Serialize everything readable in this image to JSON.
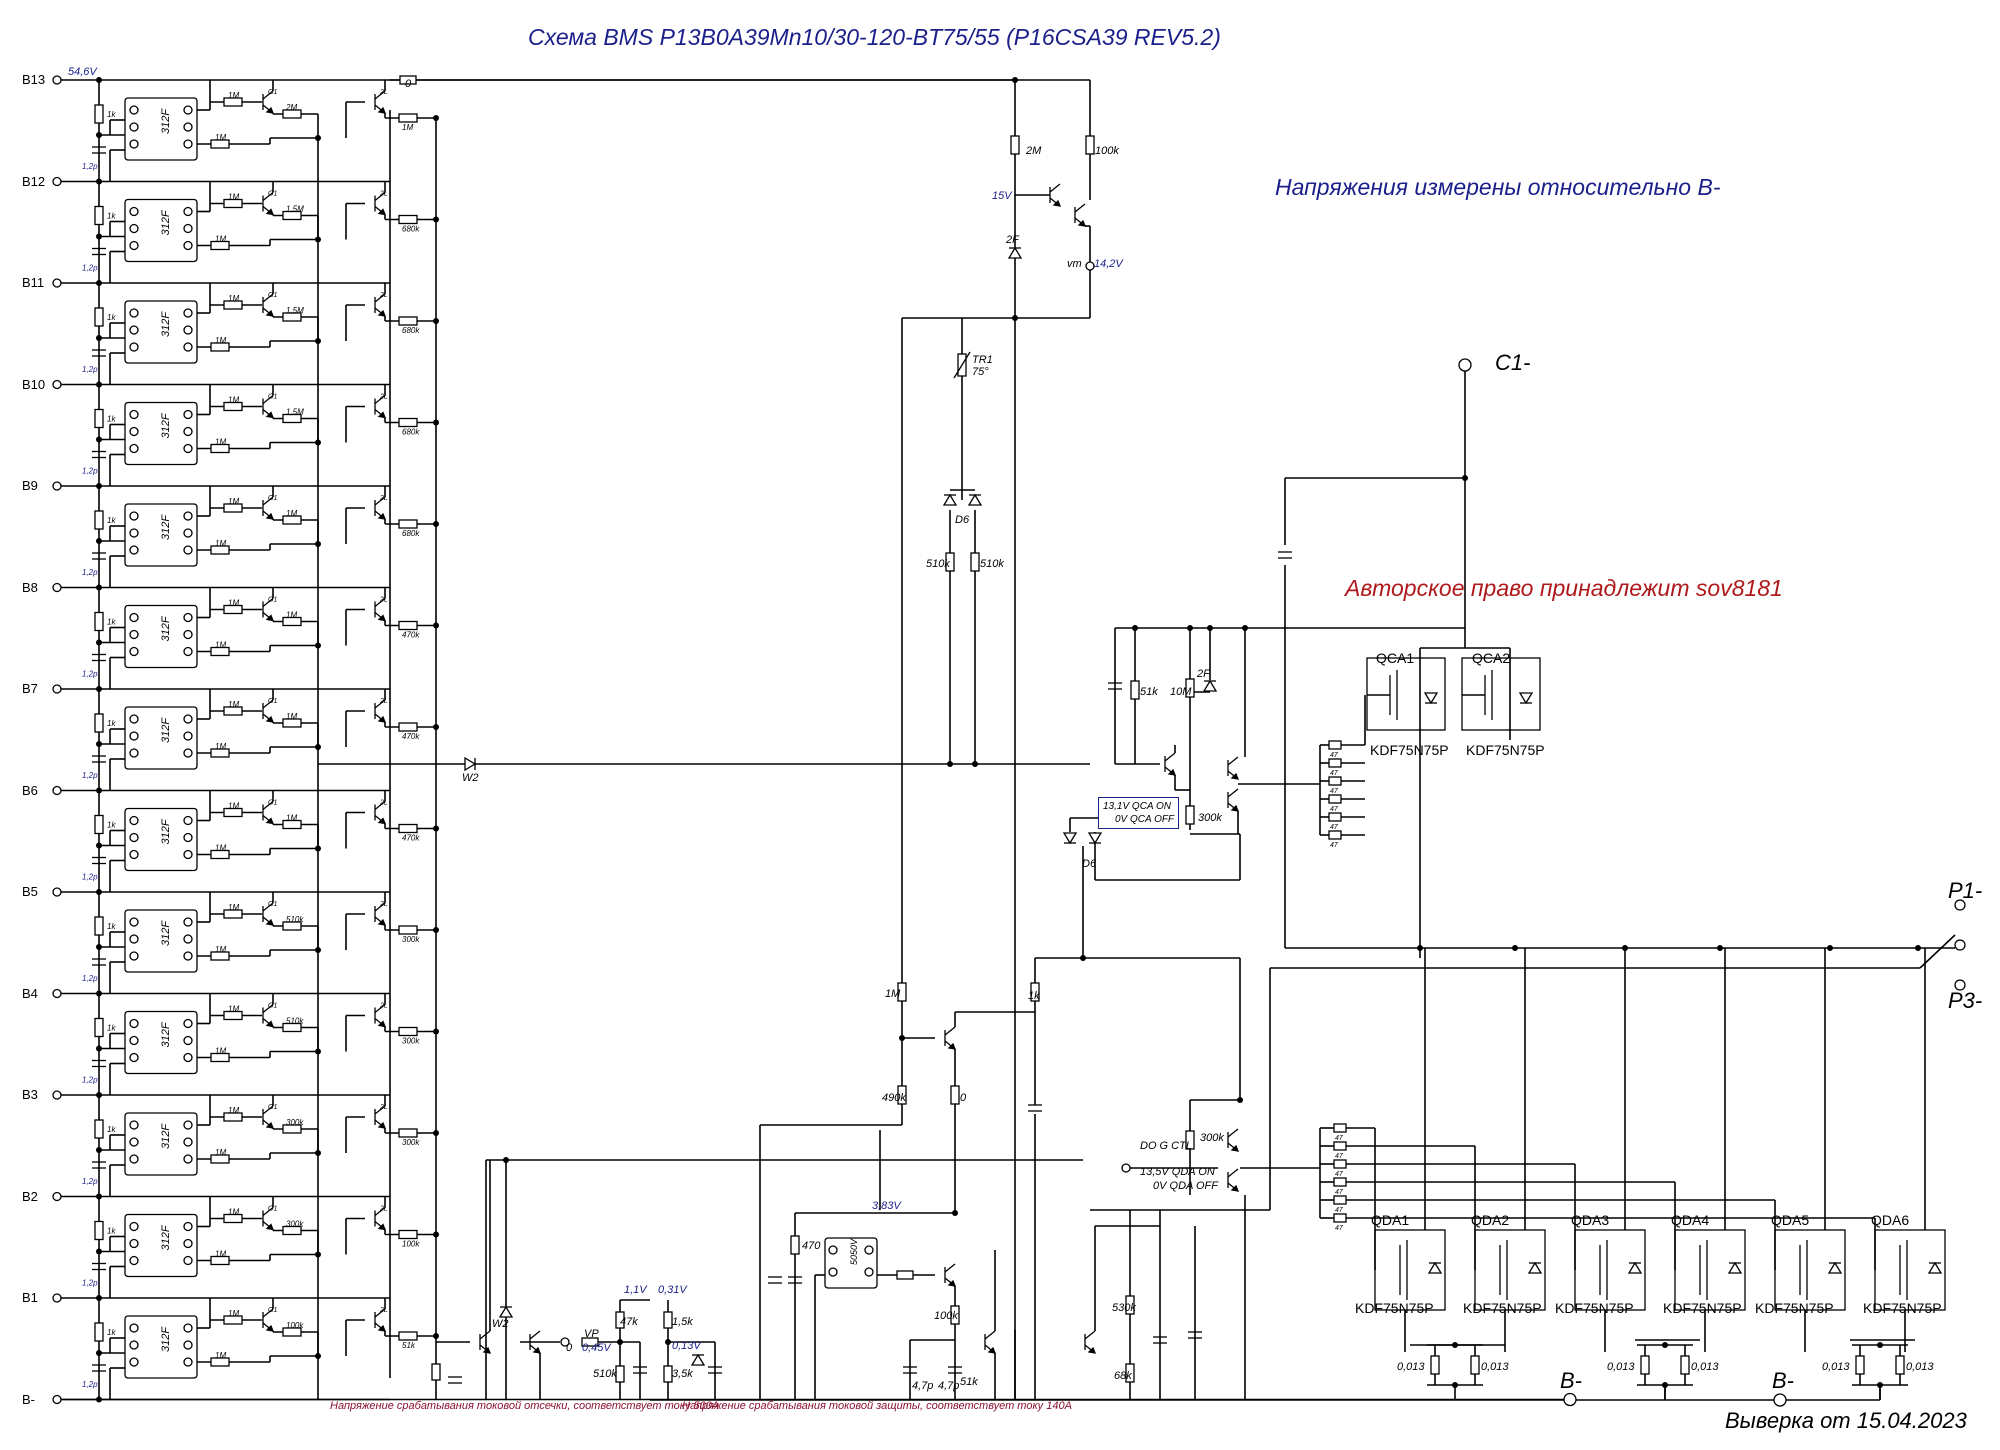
{
  "title": "Схема BMS P13B0A39Mn10/30-120-BT75/55 (P16CSA39 REV5.2)",
  "notes": {
    "reference": "Напряжения измерены относительно B-",
    "copyright": "Авторское право принадлежит sov8181",
    "revision_date": "Выверка от 15.04.2023"
  },
  "battery_inputs": [
    "B13",
    "B12",
    "B11",
    "B10",
    "B9",
    "B8",
    "B7",
    "B6",
    "B5",
    "B4",
    "B3",
    "B2",
    "B1",
    "B-"
  ],
  "top_voltage": "54,6V",
  "cell_ic_label": "312F",
  "cell_cap_label": "1,2p",
  "cell_r_label": "1k",
  "cell_rows": [
    {
      "ra": "1M",
      "rb": "2M",
      "rc": "1M",
      "rout": "1M"
    },
    {
      "ra": "1M",
      "rb": "1,5M",
      "rc": "1M",
      "rout": "680k"
    },
    {
      "ra": "1M",
      "rb": "1,5M",
      "rc": "1M",
      "rout": "680k"
    },
    {
      "ra": "1M",
      "rb": "1,5M",
      "rc": "1M",
      "rout": "680k"
    },
    {
      "ra": "1M",
      "rb": "1M",
      "rc": "1M",
      "rout": "680k"
    },
    {
      "ra": "1M",
      "rb": "1M",
      "rc": "1M",
      "rout": "470k"
    },
    {
      "ra": "1M",
      "rb": "1M",
      "rc": "1M",
      "rout": "470k"
    },
    {
      "ra": "1M",
      "rb": "1M",
      "rc": "1M",
      "rout": "470k"
    },
    {
      "ra": "1M",
      "rb": "510k",
      "rc": "1M",
      "rout": "300k"
    },
    {
      "ra": "1M",
      "rb": "510k",
      "rc": "1M",
      "rout": "300k"
    },
    {
      "ra": "1M",
      "rb": "300k",
      "rc": "1M",
      "rout": "300k"
    },
    {
      "ra": "1M",
      "rb": "300k",
      "rc": "1M",
      "rout": "100k"
    },
    {
      "ra": "1M",
      "rb": "100k",
      "rc": "1M",
      "rout": "51k"
    }
  ],
  "terminals": {
    "c1": "C1-",
    "p1": "P1-",
    "p3": "P3-",
    "bminus1": "B-",
    "bminus2": "B-"
  },
  "charge_mosfets": {
    "names": [
      "QCA1",
      "QCA2"
    ],
    "part": "KDF75N75P"
  },
  "discharge_mosfets": {
    "names": [
      "QDA1",
      "QDA2",
      "QDA3",
      "QDA4",
      "QDA5",
      "QDA6"
    ],
    "part": "KDF75N75P"
  },
  "labels": {
    "r_top": "0",
    "r_2m": "2M",
    "r_100k": "100k",
    "v15": "15V",
    "vm": "vm",
    "v142": "14,2V",
    "z2f": "2F",
    "tr1": "TR1",
    "tr1_temp": "75°",
    "d6": "D6",
    "r510a": "510k",
    "r510b": "510k",
    "w2": "W2",
    "r51k": "51k",
    "r10m": "10M",
    "r300k": "300k",
    "qca_state": "13,1V QCA ON",
    "qca_off": "0V QCA OFF",
    "qda_ctl": "DO G CTL",
    "qda_state": "13,5V QDA ON",
    "qda_off": "0V QDA OFF",
    "gate_r": "47",
    "r1m": "1M",
    "r490k": "490k",
    "r0": "0",
    "r1k": "1k",
    "v383": "3,83V",
    "r470": "470",
    "ic2": "5050V",
    "r100k": "100k",
    "r51k2": "51k",
    "c47p": "4,7p",
    "c47p2": "4,7p",
    "r47k": "47k",
    "r510k3": "510k",
    "r15k": "1,5k",
    "v013": "0,13V",
    "r35k": "3,5k",
    "v11": "1,1V",
    "v031": "0,31V",
    "vp": "VP",
    "v045": "0,45V",
    "v0": "0",
    "r530k": "530k",
    "r68k": "68k",
    "shunt": "0,013",
    "g1": "G1",
    "g2l": "2L",
    "q1": "Q1",
    "note_cutoff": "Напряжение срабатывания токовой отсечки, соответствует току 500А",
    "note_protect": "Напряжение срабатывания токовой защиты, соответствует току 140А"
  }
}
